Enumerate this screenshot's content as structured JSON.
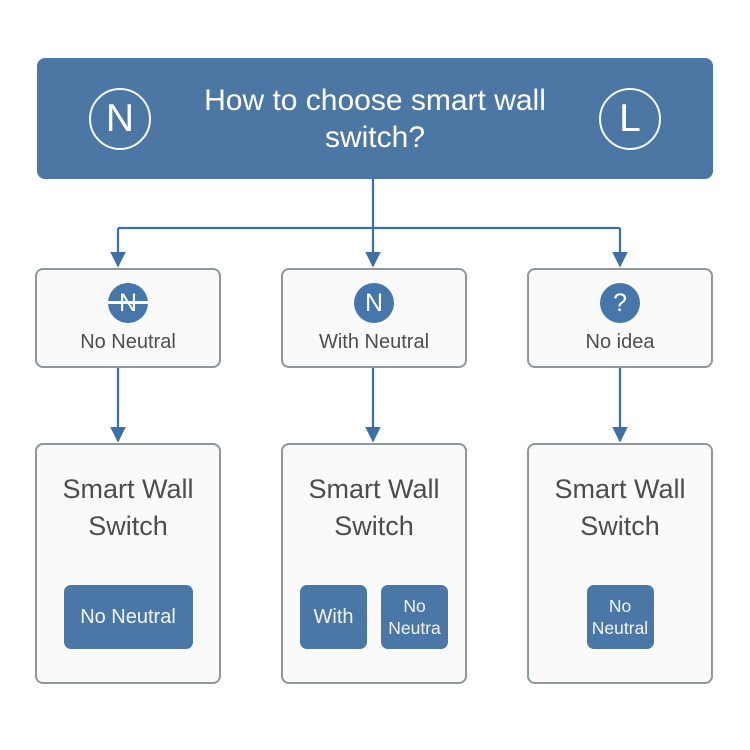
{
  "header": {
    "title": "How to choose smart wall switch?",
    "left_badge": "N",
    "right_badge": "L"
  },
  "options": [
    {
      "icon": "N",
      "icon_strikethrough": true,
      "label": "No Neutral"
    },
    {
      "icon": "N",
      "icon_strikethrough": false,
      "label": "With Neutral"
    },
    {
      "icon": "?",
      "icon_strikethrough": false,
      "label": "No idea"
    }
  ],
  "results": [
    {
      "title": "Smart Wall Switch",
      "buttons": [
        {
          "lines": [
            "No Neutral"
          ]
        }
      ]
    },
    {
      "title": "Smart Wall Switch",
      "buttons": [
        {
          "lines": [
            "With"
          ]
        },
        {
          "lines": [
            "No",
            "Neutra"
          ]
        }
      ]
    },
    {
      "title": "Smart Wall Switch",
      "buttons": [
        {
          "lines": [
            "No",
            "Neutral"
          ]
        }
      ]
    }
  ],
  "colors": {
    "primary_blue": "#4c77a4",
    "icon_blue": "#4577aa",
    "button_blue": "#4a77a5",
    "arrow_blue": "#3e6fa5",
    "box_bg": "#fafafa",
    "box_border": "#8e969e",
    "text_dark": "#4d4d4d"
  }
}
